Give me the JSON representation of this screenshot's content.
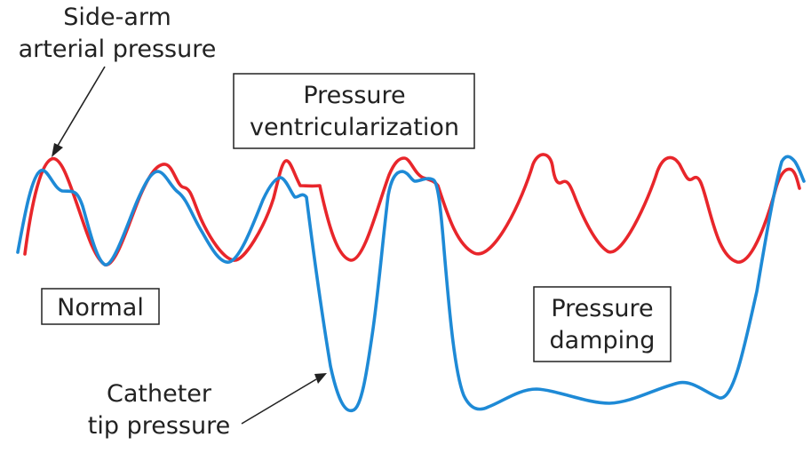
{
  "labels": {
    "side_arm_line1": "Side-arm",
    "side_arm_line2": "arterial pressure",
    "ventricularization_line1": "Pressure",
    "ventricularization_line2": "ventricularization",
    "normal": "Normal",
    "damping_line1": "Pressure",
    "damping_line2": "damping",
    "catheter_line1": "Catheter",
    "catheter_line2": "tip pressure"
  },
  "colors": {
    "side_arm_arterial_pressure": "#e8262b",
    "catheter_tip_pressure": "#1e8ad6",
    "text": "#222222"
  }
}
